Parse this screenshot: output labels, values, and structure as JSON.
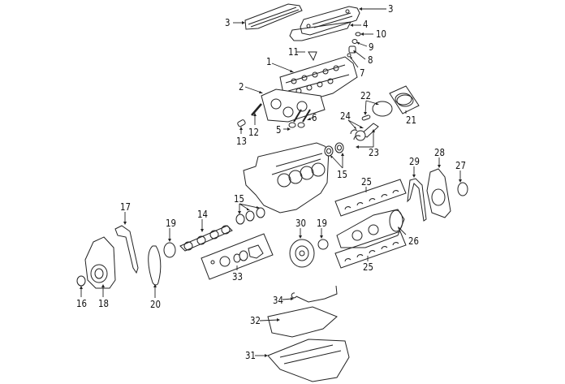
{
  "diagram": {
    "title": "Engine assembly exploded parts diagram",
    "callouts": [
      {
        "id": "c3a",
        "label": "3",
        "part": "valve-cover-left"
      },
      {
        "id": "c3b",
        "label": "3",
        "part": "valve-cover-right"
      },
      {
        "id": "c4",
        "label": "4",
        "part": "valve-cover-gasket"
      },
      {
        "id": "c10",
        "label": "10",
        "part": "rocker-bolt"
      },
      {
        "id": "c9",
        "label": "9",
        "part": "valve-lock"
      },
      {
        "id": "c11",
        "label": "11",
        "part": "lifter-guide"
      },
      {
        "id": "c8",
        "label": "8",
        "part": "valve-spring"
      },
      {
        "id": "c1",
        "label": "1",
        "part": "cylinder-head"
      },
      {
        "id": "c7",
        "label": "7",
        "part": "valve-seal"
      },
      {
        "id": "c2",
        "label": "2",
        "part": "head-gasket"
      },
      {
        "id": "c22",
        "label": "22",
        "part": "piston-pin"
      },
      {
        "id": "c21",
        "label": "21",
        "part": "piston-rings"
      },
      {
        "id": "c6",
        "label": "6",
        "part": "exhaust-valve"
      },
      {
        "id": "c24",
        "label": "24",
        "part": "rod-bearings"
      },
      {
        "id": "c5",
        "label": "5",
        "part": "intake-valve"
      },
      {
        "id": "c12",
        "label": "12",
        "part": "pushrod"
      },
      {
        "id": "c13",
        "label": "13",
        "part": "lifter"
      },
      {
        "id": "c23",
        "label": "23",
        "part": "connecting-rod"
      },
      {
        "id": "c15a",
        "label": "15",
        "part": "cam-bearings-rear"
      },
      {
        "id": "c29",
        "label": "29",
        "part": "rear-cover-gasket"
      },
      {
        "id": "c28",
        "label": "28",
        "part": "rear-main-seal-housing"
      },
      {
        "id": "c27",
        "label": "27",
        "part": "rear-main-seal"
      },
      {
        "id": "c25a",
        "label": "25",
        "part": "main-bearings-upper"
      },
      {
        "id": "c17",
        "label": "17",
        "part": "front-cover-gasket"
      },
      {
        "id": "c15b",
        "label": "15",
        "part": "cam-bearings-front"
      },
      {
        "id": "c19a",
        "label": "19",
        "part": "cam-sprocket"
      },
      {
        "id": "c14",
        "label": "14",
        "part": "camshaft"
      },
      {
        "id": "c30",
        "label": "30",
        "part": "balancer"
      },
      {
        "id": "c19b",
        "label": "19",
        "part": "crank-sprocket"
      },
      {
        "id": "c26",
        "label": "26",
        "part": "crankshaft"
      },
      {
        "id": "c25b",
        "label": "25",
        "part": "main-bearings-lower"
      },
      {
        "id": "c33",
        "label": "33",
        "part": "oil-pump-kit"
      },
      {
        "id": "c16",
        "label": "16",
        "part": "front-seal"
      },
      {
        "id": "c18",
        "label": "18",
        "part": "timing-cover"
      },
      {
        "id": "c20",
        "label": "20",
        "part": "timing-chain"
      },
      {
        "id": "c34",
        "label": "34",
        "part": "oil-pickup-tube"
      },
      {
        "id": "c32",
        "label": "32",
        "part": "oil-pan-gasket"
      },
      {
        "id": "c31",
        "label": "31",
        "part": "oil-pan"
      }
    ]
  }
}
